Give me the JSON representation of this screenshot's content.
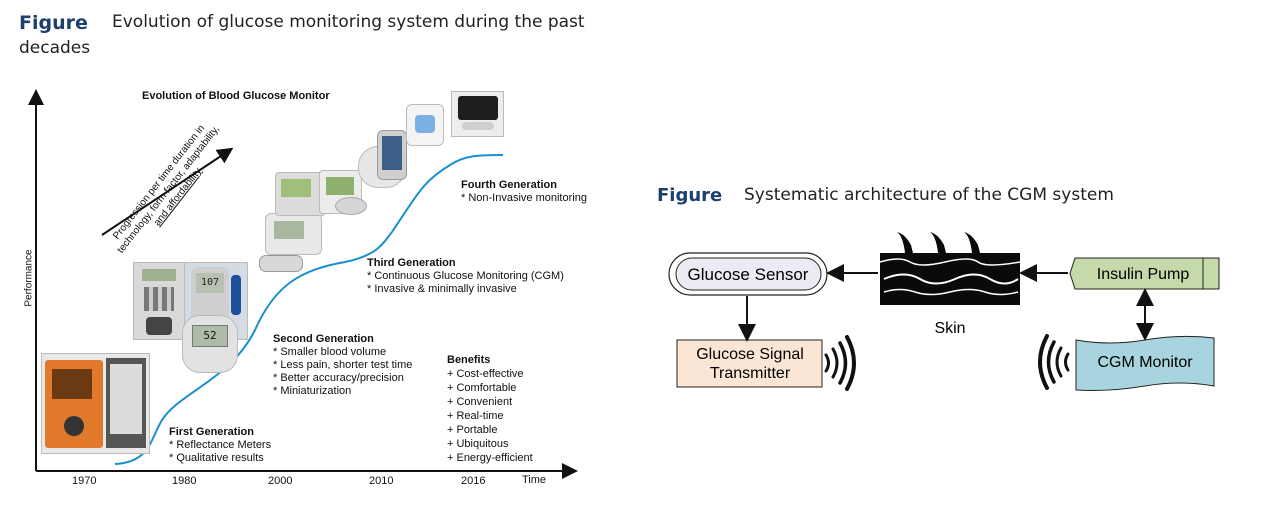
{
  "figure_left": {
    "caption_label": "Figure",
    "caption_line1": "Evolution of glucose monitoring system during the past",
    "caption_line2": "decades",
    "chart_title": "Evolution of Blood Glucose Monitor",
    "y_axis_label": "Performance",
    "x_axis_label": "Time",
    "x_ticks": [
      "1970",
      "1980",
      "2000",
      "2010",
      "2016"
    ],
    "progression_line1": "Progression per time duration in",
    "progression_line2": "technology, form factor, adaptability,",
    "progression_line3": "and affordability",
    "generations": [
      {
        "title": "First Generation",
        "items": [
          "* Reflectance Meters",
          "* Qualitative results"
        ]
      },
      {
        "title": "Second Generation",
        "items": [
          "* Smaller blood volume",
          "* Less pain, shorter test time",
          "* Better accuracy/precision",
          "* Miniaturization"
        ]
      },
      {
        "title": "Third Generation",
        "items": [
          "* Continuous Glucose Monitoring (CGM)",
          "* Invasive & minimally invasive"
        ]
      },
      {
        "title": "Fourth Generation",
        "items": [
          "* Non-Invasive monitoring"
        ]
      }
    ],
    "benefits_title": "Benefits",
    "benefits": [
      "+ Cost-effective",
      "+ Comfortable",
      "+ Convenient",
      "+ Real-time",
      "+ Portable",
      "+ Ubiquitous",
      "+ Energy-efficient"
    ]
  },
  "figure_right": {
    "caption_label": "Figure",
    "caption_text": "Systematic architecture of the CGM system",
    "nodes": {
      "glucose_sensor": "Glucose Sensor",
      "transmitter_line1": "Glucose Signal",
      "transmitter_line2": "Transmitter",
      "skin": "Skin",
      "insulin_pump": "Insulin Pump",
      "cgm_monitor": "CGM Monitor"
    },
    "colors": {
      "sensor_fill": "#eeeaf3",
      "transmitter_fill": "#fbe6d6",
      "pump_fill": "#c6d9a8",
      "monitor_fill": "#a8d4e0",
      "skin_fill": "#0a0a0a"
    }
  }
}
